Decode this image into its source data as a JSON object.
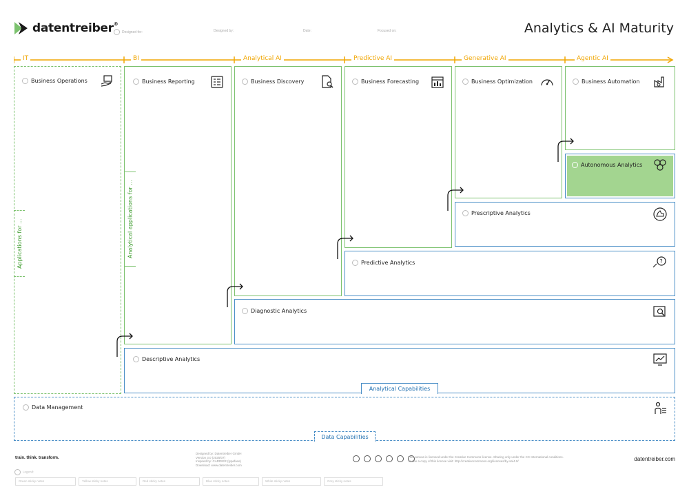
{
  "header": {
    "logo_text": "datentreiber",
    "logo_reg": "®",
    "designed_for": "Designed for:",
    "designed_by": "Designed by:",
    "date": "Date:",
    "focused_on": "Focused on:",
    "title": "Analytics & AI Maturity"
  },
  "stages": [
    "IT",
    "BI",
    "Analytical AI",
    "Predictive AI",
    "Generative AI",
    "Agentic AI"
  ],
  "boxes": {
    "business_operations": "Business Operations",
    "business_reporting": "Business Reporting",
    "business_discovery": "Business Discovery",
    "business_forecasting": "Business Forecasting",
    "business_optimization": "Business Optimization",
    "business_automation": "Business Automation",
    "autonomous_analytics": "Autonomous Analytics",
    "prescriptive_analytics": "Prescriptive Analytics",
    "predictive_analytics": "Predictive Analytics",
    "diagnostic_analytics": "Diagnostic Analytics",
    "descriptive_analytics": "Descriptive Analytics",
    "data_management": "Data Management"
  },
  "tabs": {
    "applications_for": "Applications for ...",
    "analytical_applications_for": "Analytical applications for ...",
    "analytical_capabilities": "Analytical Capabilities",
    "data_capabilities": "Data Capabilities"
  },
  "footer": {
    "slogan": "train. think. transform.",
    "credits": [
      "Designed by: Datentreiber GmbH",
      "Version 3.0 (2025/07)",
      "Inspired by: CARRIER (typeface)",
      "Download: www.datentreiber.com"
    ],
    "license_line1": "This canvas is licensed under the Creative Commons license. Sharing only under the CC International conditions.",
    "license_line2": "To see a copy of this license visit: http://creativecommons.org/licenses/by-sa/4.0/",
    "website": "datentreiber.com",
    "legend_label": "Legend:",
    "legend_items": [
      "Green sticky notes",
      "Yellow sticky notes",
      "Red sticky notes",
      "Blue sticky notes",
      "White sticky notes",
      "Grey sticky notes"
    ]
  },
  "colors": {
    "green": "#7cc26e",
    "blue": "#4b8fc7",
    "stage": "#f0a500",
    "highlight": "#a3d590"
  }
}
